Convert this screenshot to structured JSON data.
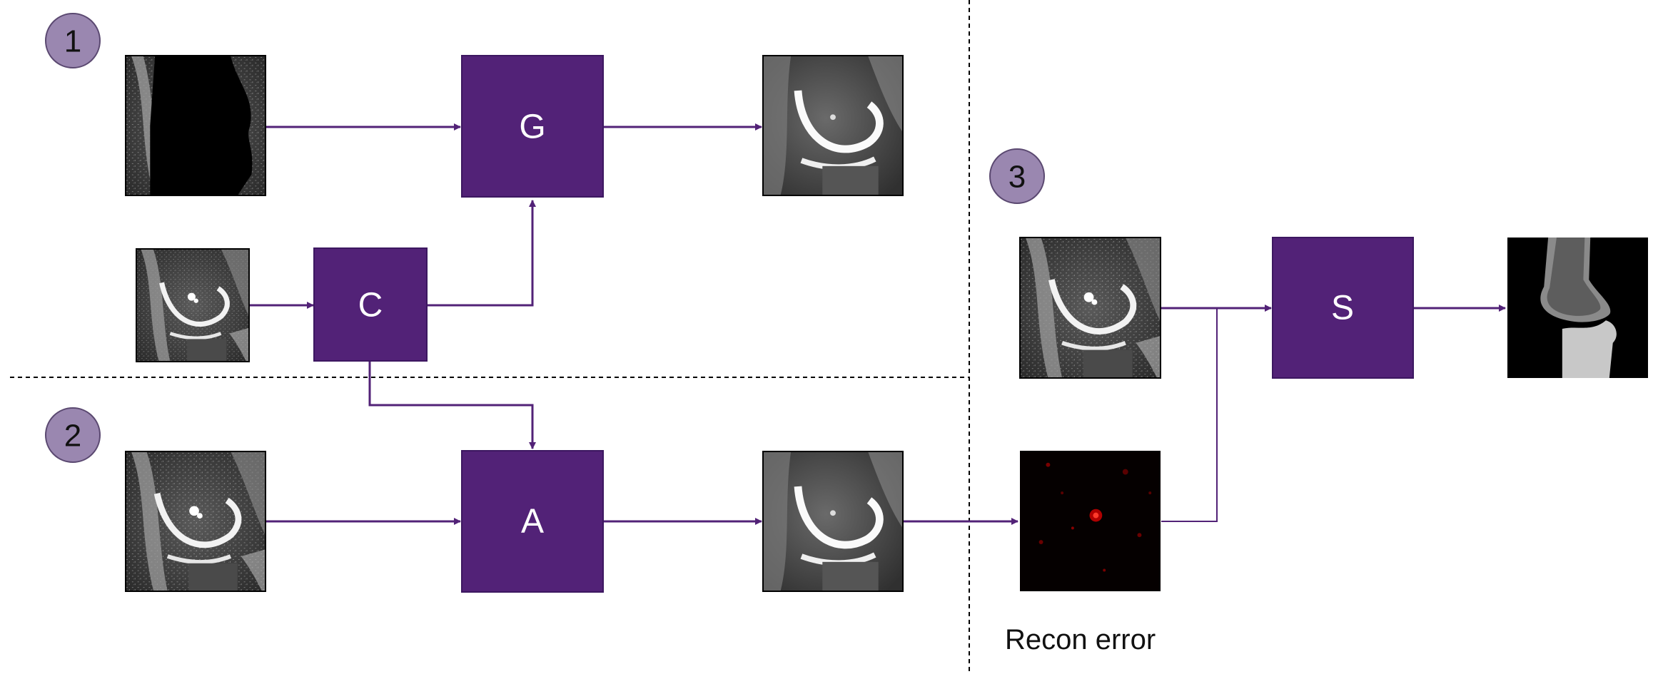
{
  "colors": {
    "box_fill": "#522277",
    "box_stroke": "#3c1760",
    "arrow": "#522277",
    "badge_fill": "#9a87b0",
    "badge_stroke": "#5a4870",
    "divider": "#000000"
  },
  "sections": [
    {
      "label": "1"
    },
    {
      "label": "2"
    },
    {
      "label": "3"
    }
  ],
  "boxes": {
    "g": "G",
    "c": "C",
    "a": "A",
    "s": "S"
  },
  "captions": {
    "recon_error": "Recon error"
  },
  "images": {
    "masked_input": "masked-knee-mri",
    "context_input": "knee-mri-context",
    "g_output": "reconstructed-knee-mri",
    "a_input": "knee-mri",
    "a_output": "reconstructed-knee-mri",
    "s_input": "knee-mri",
    "recon_error_map": "reconstruction-error-heatmap",
    "segmentation_output": "knee-segmentation-mask"
  }
}
